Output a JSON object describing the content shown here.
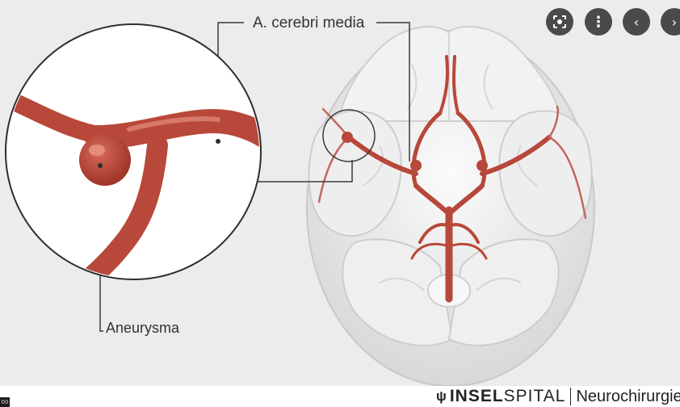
{
  "image": {
    "labels": {
      "artery": "A. cerebri media",
      "aneurysm": "Aneurysma"
    },
    "branding": {
      "logo_mark": "bear-icon",
      "insel": "INSEL",
      "spital": "SPITAL",
      "department": "Neurochirurgie"
    }
  },
  "controls": {
    "icons": [
      "lens-icon",
      "more-vertical-icon",
      "chevron-left-icon",
      "chevron-right-icon"
    ],
    "more_glyph": "⋮",
    "prev_glyph": "‹",
    "next_glyph": "›"
  },
  "corner_badge": "00",
  "colors": {
    "artery": "#b8483a",
    "brain": "#f4f4f4",
    "background": "#ececec",
    "control": "#4a4a4a"
  }
}
